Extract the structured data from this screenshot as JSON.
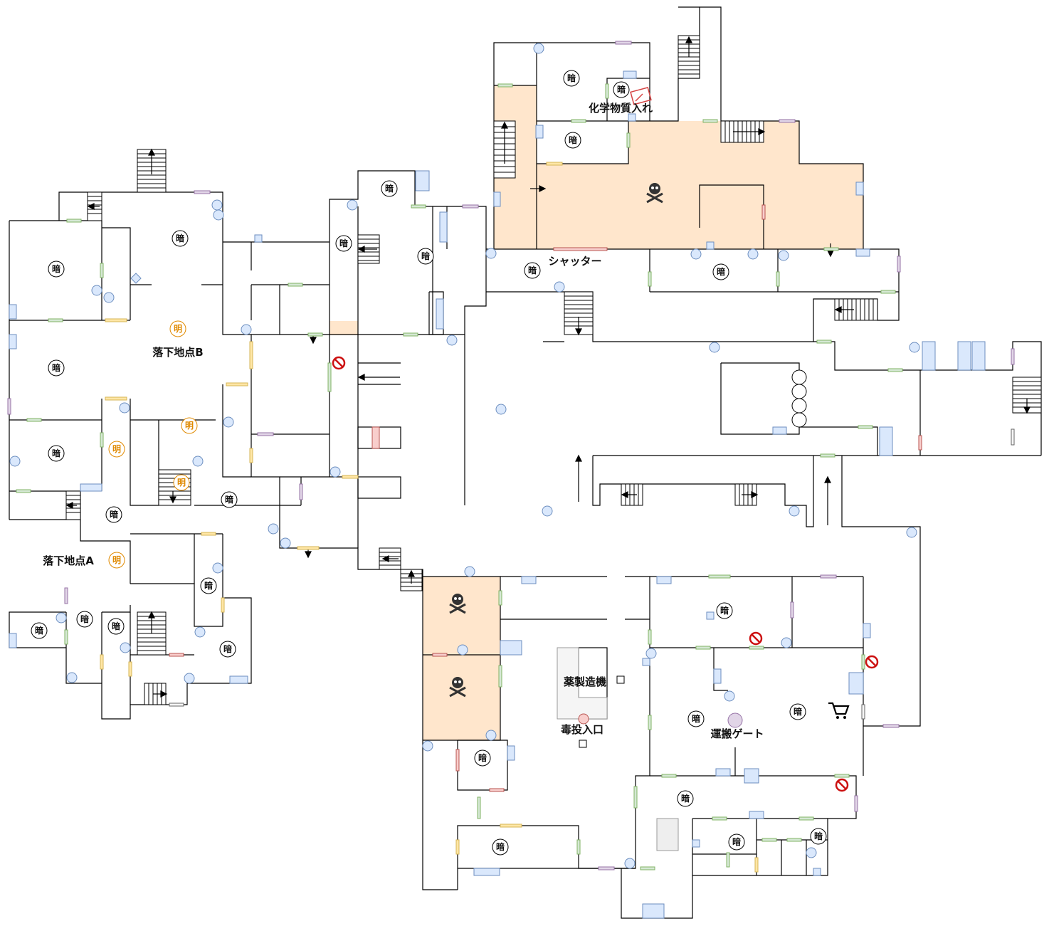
{
  "map": {
    "dark_label": "暗",
    "bright_label": "明",
    "places": {
      "drop_point_a": "落下地点A",
      "drop_point_b": "落下地点B",
      "chemical_input": "化学物質入れ",
      "shutter": "シャッター",
      "medicine_machine": "薬製造機",
      "poison_inlet": "毒投入口",
      "transport_gate": "運搬ゲート"
    },
    "icons": {
      "skull": "skull-crossbones-icon",
      "no_entry": "no-entry-icon",
      "cart": "shopping-cart-icon",
      "stairs": "stairs-icon",
      "arrow": "direction-arrow-icon"
    },
    "colors": {
      "hazard_fill": "#ffe6cc",
      "wall": "#000000",
      "node": "#dae8fc",
      "door_green": "#d5e8d4",
      "door_yellow": "#ffe6a6",
      "door_purple": "#e1d5e7",
      "door_red": "#f8cecc",
      "bright": "#e08a00",
      "no_entry": "#cc1111"
    }
  }
}
